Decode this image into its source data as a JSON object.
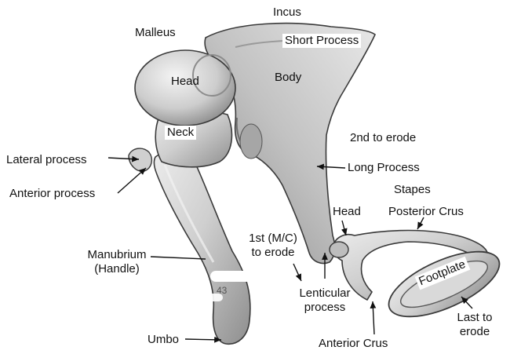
{
  "labels": {
    "incus": "Incus",
    "malleus": "Malleus",
    "short_process": "Short Process",
    "head_malleus": "Head",
    "body": "Body",
    "neck": "Neck",
    "second_to_erode": "2nd to erode",
    "lateral_process": "Lateral process",
    "anterior_process": "Anterior process",
    "long_process": "Long Process",
    "stapes": "Stapes",
    "head_stapes": "Head",
    "posterior_crus": "Posterior Crus",
    "first_to_erode_line1": "1st (M/C)",
    "first_to_erode_line2": "to erode",
    "manubrium_line1": "Manubrium",
    "manubrium_line2": "(Handle)",
    "lenticular_line1": "Lenticular",
    "lenticular_line2": "process",
    "footplate": "Footplate",
    "last_to_erode_line1": "Last to",
    "last_to_erode_line2": "erode",
    "umbo": "Umbo",
    "anterior_crus": "Anterior Crus",
    "figure_number": "43"
  },
  "colors": {
    "bone_light": "#e2e2e2",
    "bone_mid": "#b4b4b4",
    "bone_dark": "#7c7c7c",
    "outline": "#3a3a3a",
    "text": "#111111"
  }
}
